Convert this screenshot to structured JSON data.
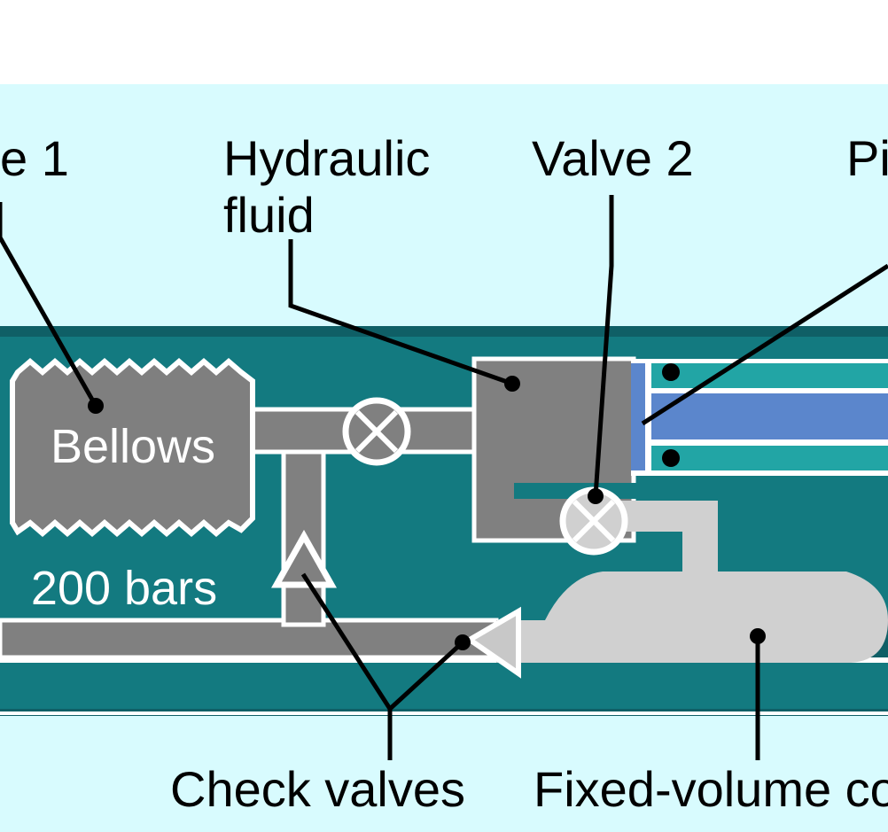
{
  "labels": {
    "valve1": "e 1",
    "hydraulic_line1": "Hydraulic",
    "hydraulic_line2": "fluid",
    "valve2": "Valve 2",
    "piston": "Pi",
    "check_valves": "Check valves",
    "fixed_volume": "Fixed-volume co"
  },
  "inner": {
    "bellows": "Bellows",
    "pressure": "200 bars"
  },
  "colors": {
    "background_top": "#ffffff",
    "panel": "#d8fbfe",
    "tube_dark": "#0f5f66",
    "tube_mid": "#137a80",
    "fluid": "#808080",
    "chamber": "#d0d0d0",
    "piston_blue": "#5b86cc",
    "cylinder_teal": "#22a5a5"
  }
}
